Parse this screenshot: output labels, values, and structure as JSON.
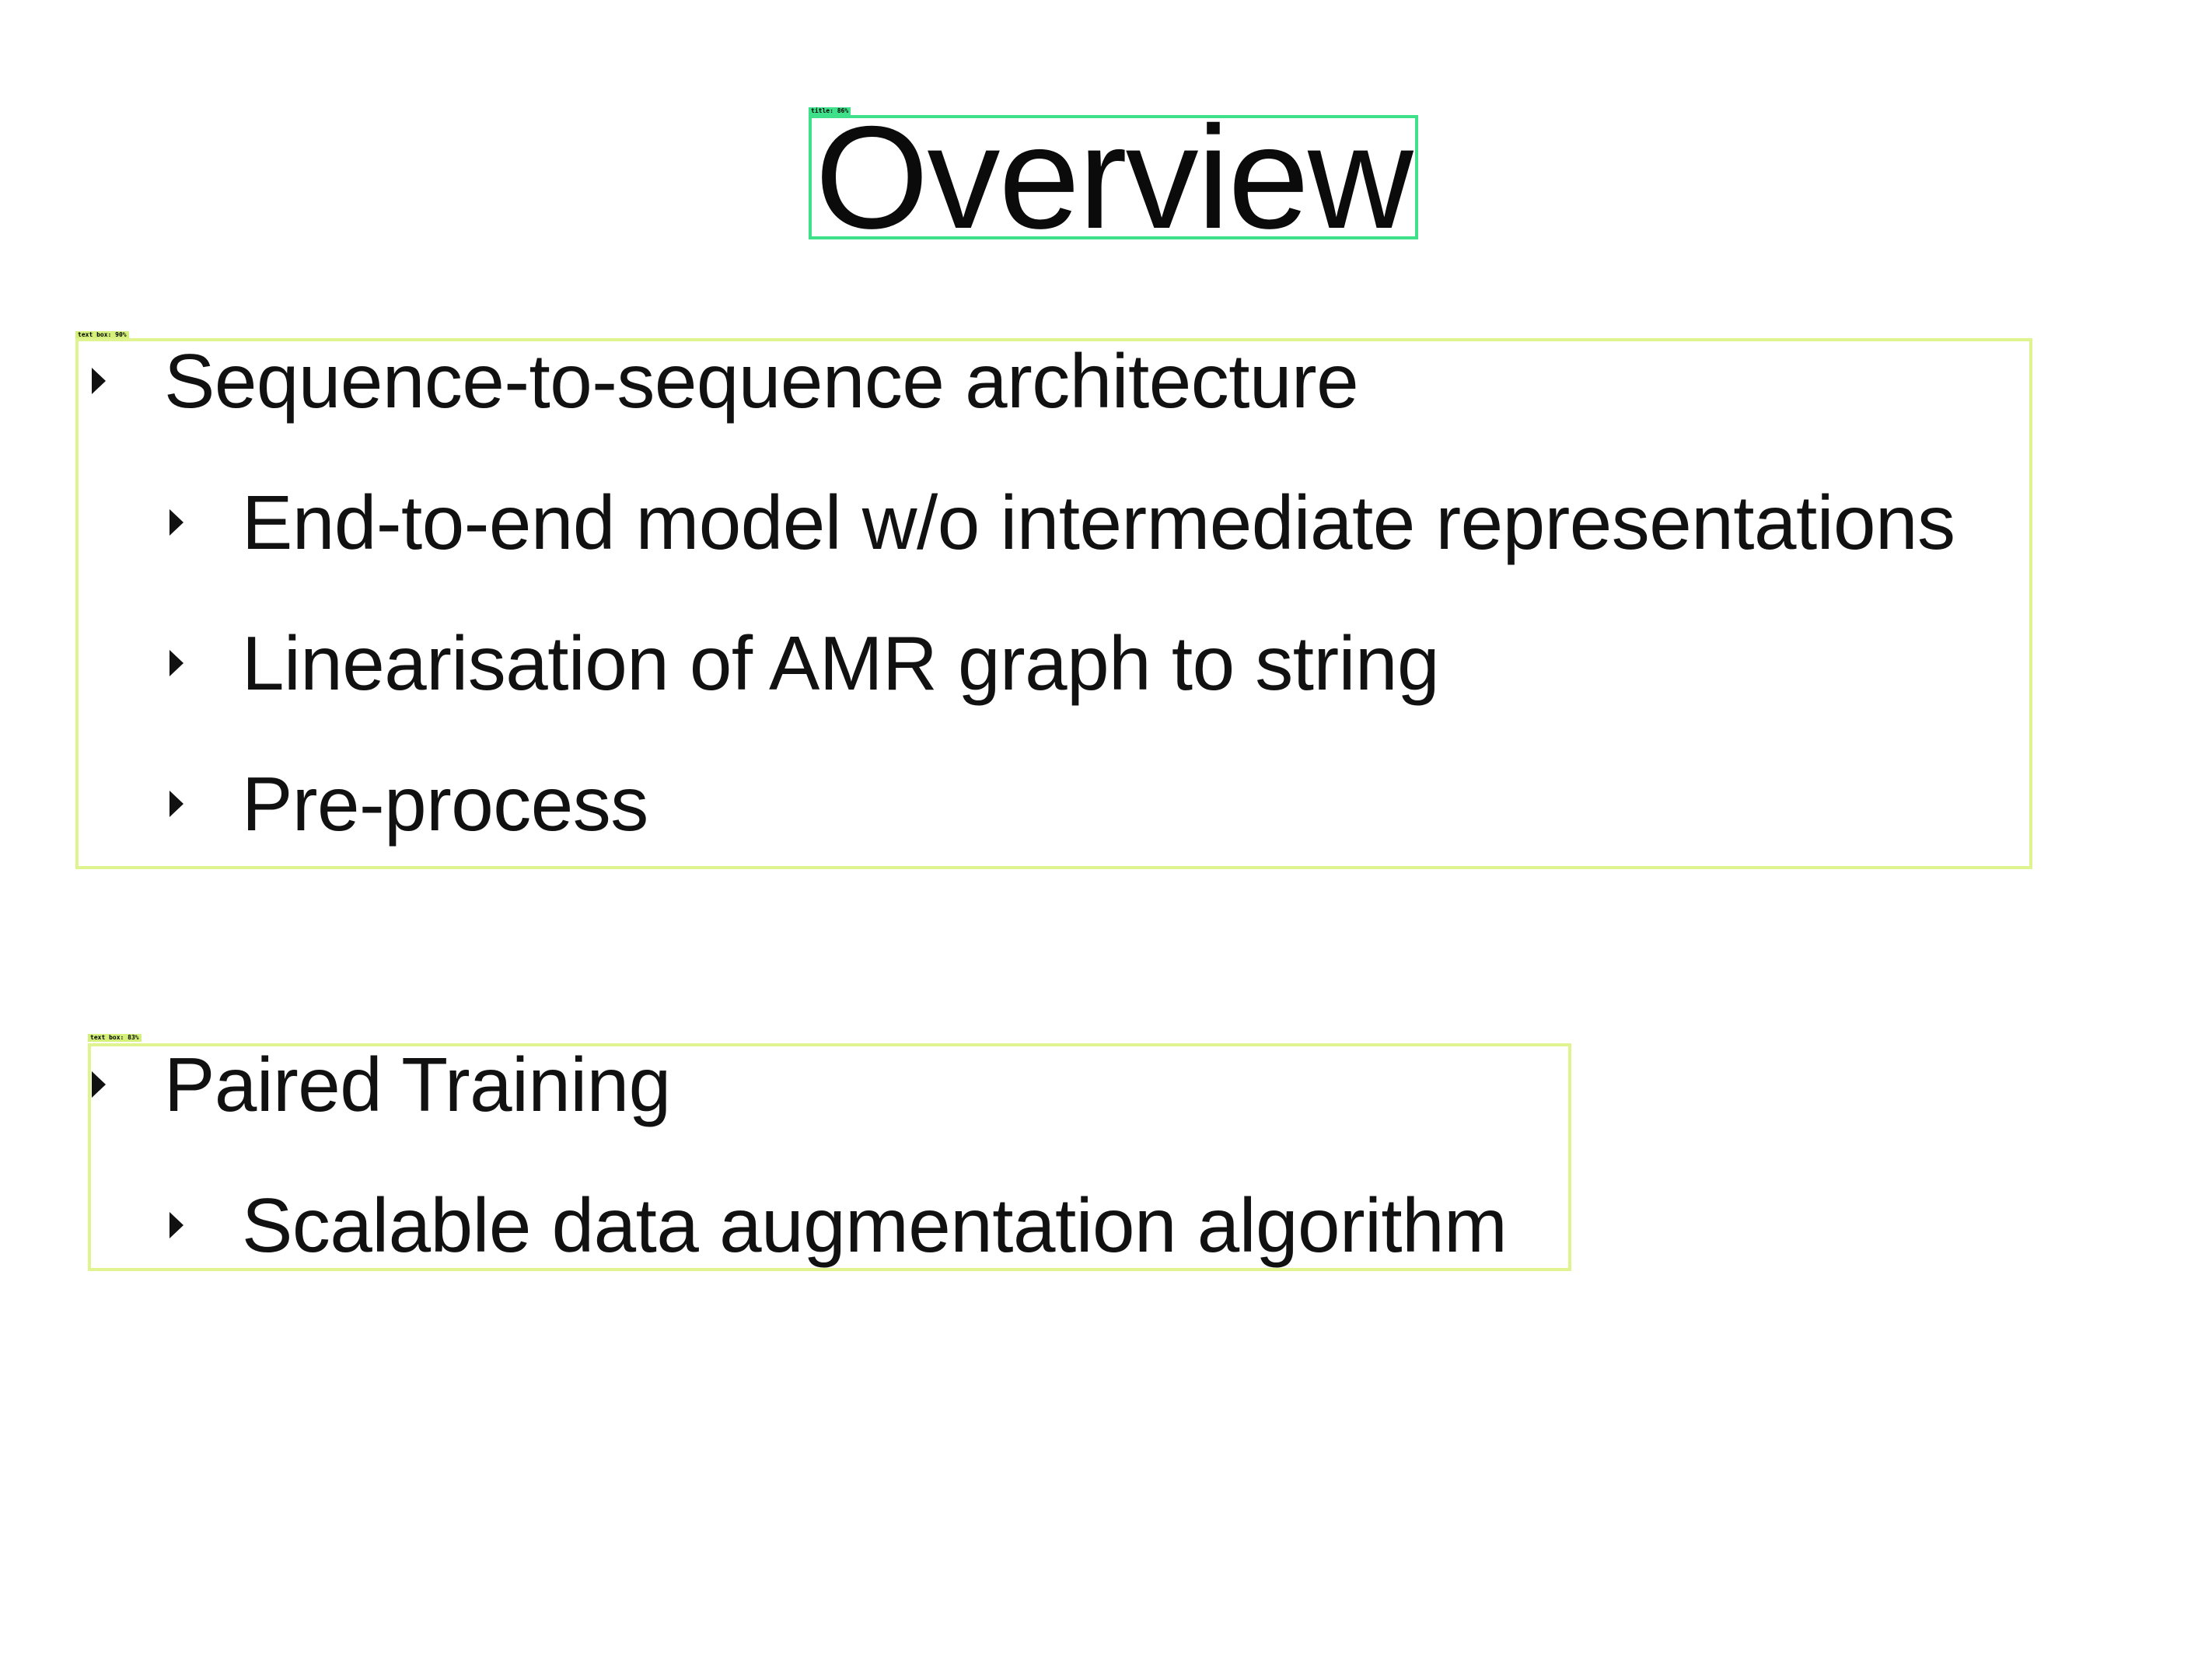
{
  "slide": {
    "title": "Overview",
    "detections": {
      "title_tag": "title: 86%",
      "box1_tag": "text box: 90%",
      "box2_tag": "text box: 83%"
    },
    "group1": {
      "heading": "Sequence-to-sequence architecture",
      "items": [
        "End-to-end model w/o intermediate representations",
        "Linearisation of AMR graph to string",
        "Pre-process"
      ]
    },
    "group2": {
      "heading": "Paired Training",
      "items": [
        "Scalable data augmentation algorithm"
      ]
    }
  },
  "colors": {
    "title_box": "#3fe08a",
    "text_box": "#dff38f",
    "text": "#111111",
    "background": "#ffffff"
  }
}
